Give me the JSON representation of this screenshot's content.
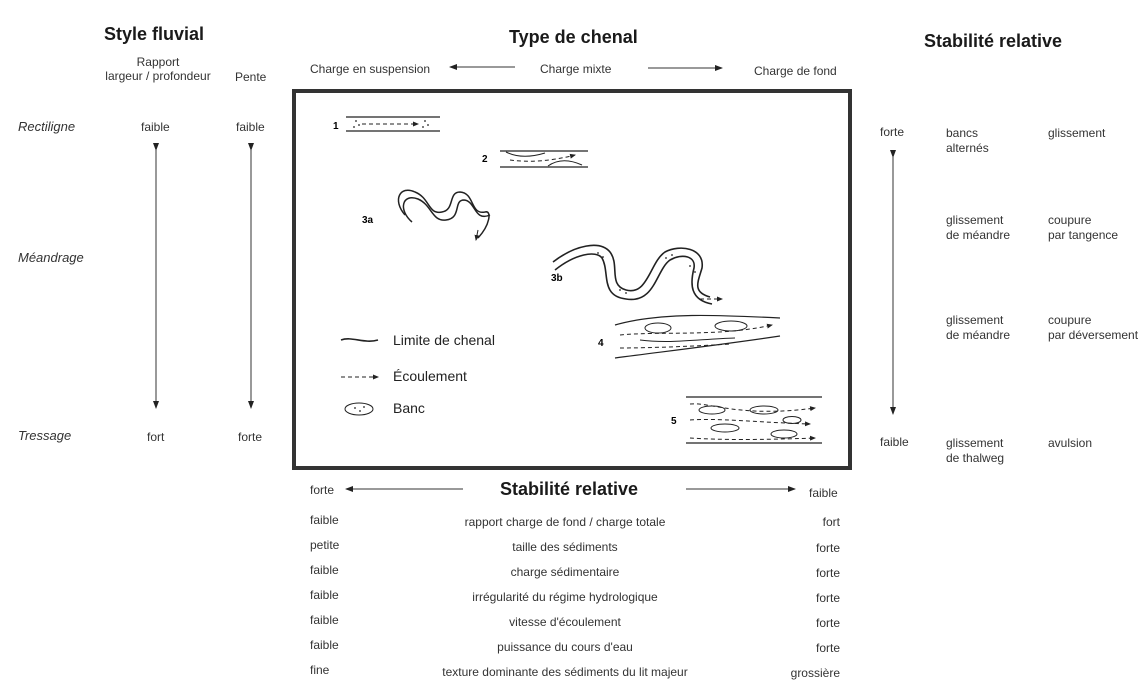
{
  "left": {
    "title": "Style fluvial",
    "col_ratio": "Rapport\nlargeur / profondeur",
    "col_slope": "Pente",
    "rows": [
      {
        "style": "Rectiligne",
        "ratio": "faible",
        "slope": "faible"
      },
      {
        "style": "Méandrage",
        "ratio": "",
        "slope": ""
      },
      {
        "style": "Tressage",
        "ratio": "fort",
        "slope": "forte"
      }
    ]
  },
  "center": {
    "title": "Type de chenal",
    "load_left": "Charge en suspension",
    "load_mid": "Charge mixte",
    "load_right": "Charge de fond",
    "channel_labels": [
      "1",
      "2",
      "3a",
      "3b",
      "4",
      "5"
    ],
    "legend": {
      "limit": "Limite de chenal",
      "flow": "Écoulement",
      "bar": "Banc"
    }
  },
  "bottom": {
    "title": "Stabilité relative",
    "left_end": "forte",
    "right_end": "faible",
    "rows": [
      {
        "left": "faible",
        "label": "rapport charge de fond / charge totale",
        "right": "fort"
      },
      {
        "left": "petite",
        "label": "taille des sédiments",
        "right": "forte"
      },
      {
        "left": "faible",
        "label": "charge sédimentaire",
        "right": "forte"
      },
      {
        "left": "faible",
        "label": "irrégularité du régime hydrologique",
        "right": "forte"
      },
      {
        "left": "faible",
        "label": "vitesse d'écoulement",
        "right": "forte"
      },
      {
        "left": "faible",
        "label": "puissance du cours d'eau",
        "right": "forte"
      },
      {
        "left": "fine",
        "label": "texture dominante des sédiments du lit majeur",
        "right": "grossière"
      }
    ]
  },
  "right": {
    "title": "Stabilité relative",
    "top_end": "forte",
    "bottom_end": "faible",
    "rows": [
      {
        "a": "bancs\nalternés",
        "b": "glissement"
      },
      {
        "a": "glissement\nde méandre",
        "b": "coupure\npar tangence"
      },
      {
        "a": "glissement\nde méandre",
        "b": "coupure\npar déversement"
      },
      {
        "a": "glissement\nde thalweg",
        "b": "avulsion"
      }
    ]
  }
}
